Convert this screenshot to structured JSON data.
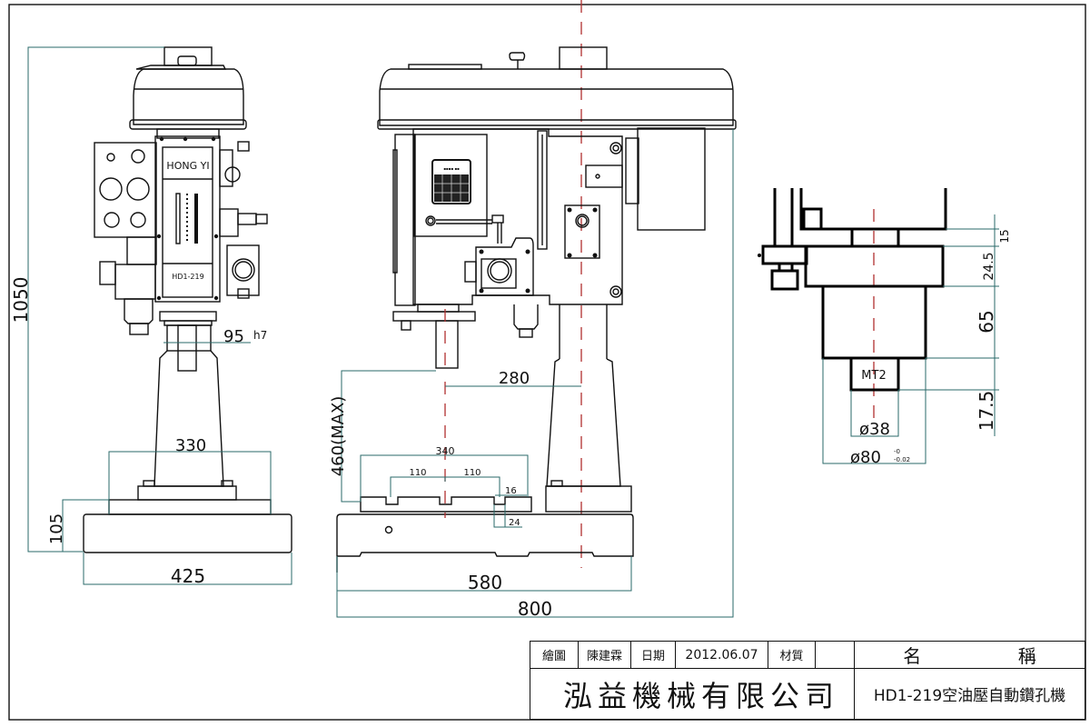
{
  "drawing": {
    "type": "engineering-drawing",
    "subject": "HD1-219 pneumatic-hydraulic automatic drilling machine",
    "front_view": {
      "nameplate_brand": "HONG YI",
      "nameplate_model": "HD1-219",
      "dimensions": {
        "overall_height": "1050",
        "column_diameter": "95",
        "column_tolerance": "h7",
        "base_top_width": "330",
        "base_height": "105",
        "base_width": "425"
      }
    },
    "side_view": {
      "dimensions": {
        "max_spindle_to_table": "460(MAX)",
        "throat_depth": "280",
        "table_width": "340",
        "slot_pitch_left": "110",
        "slot_pitch_right": "110",
        "slot_width": "16",
        "slot_bottom_width": "24",
        "base_depth": "580",
        "overall_depth": "800"
      }
    },
    "spindle_detail": {
      "taper_label": "MT2",
      "dimensions": {
        "flange_gap": "15",
        "flange_thickness": "24.5",
        "quill_length": "65",
        "nose_length": "17.5",
        "nose_diameter": "ø38",
        "quill_diameter": "ø80",
        "quill_tol_upper": "-0",
        "quill_tol_lower": "-0.02"
      }
    }
  },
  "title_block": {
    "drawn_by_label": "繪圖",
    "drawn_by": "陳建霖",
    "date_label": "日期",
    "date": "2012.06.07",
    "material_label": "材質",
    "material": "",
    "name_label_1": "名",
    "name_label_2": "稱",
    "company": "泓益機械有限公司",
    "product_name": "HD1-219空油壓自動鑽孔機"
  }
}
